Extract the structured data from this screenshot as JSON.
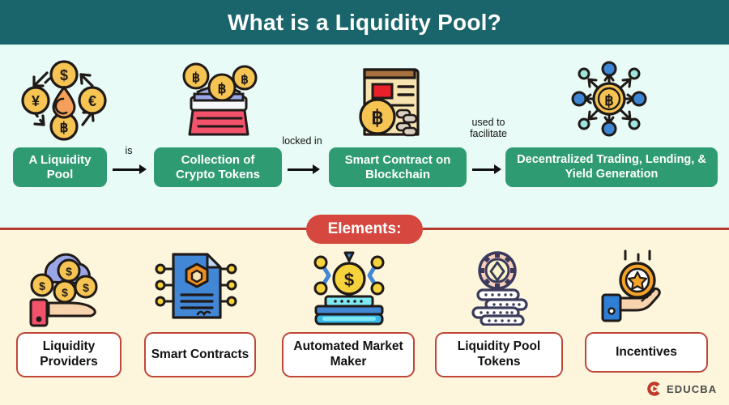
{
  "header": {
    "title": "What is a Liquidity Pool?"
  },
  "colors": {
    "header_teal": "#19656B",
    "upper_bg": "#E9FBF6",
    "lower_bg": "#FDF6DC",
    "flow_green": "#2E9B73",
    "pill_red": "#D6483F",
    "card_border": "#BE4739",
    "divider_red": "#B5392F",
    "logo_red": "#C0392B"
  },
  "flow": {
    "boxes": [
      {
        "label": "A Liquidity Pool",
        "icon": "currency-exchange-icon"
      },
      {
        "label": "Collection of Crypto Tokens",
        "icon": "crypto-token-box-icon"
      },
      {
        "label": "Smart Contract on Blockchain",
        "icon": "smart-contract-document-icon"
      },
      {
        "label": "Decentralized Trading, Lending, & Yield Generation",
        "icon": "decentralized-network-icon"
      }
    ],
    "connectors": [
      {
        "label": "is",
        "icon": "arrow-right-icon"
      },
      {
        "label": "locked in",
        "icon": "arrow-right-icon"
      },
      {
        "label": "used to facilitate",
        "icon": "arrow-right-icon"
      }
    ]
  },
  "elements_section": {
    "banner_label": "Elements:",
    "cards": [
      {
        "label": "Liquidity Providers",
        "icon": "hand-with-coins-cloud-icon"
      },
      {
        "label": "Smart Contracts",
        "icon": "contract-chip-document-icon"
      },
      {
        "label": "Automated Market Maker",
        "icon": "robot-arms-coin-icon"
      },
      {
        "label": "Liquidity Pool Tokens",
        "icon": "stacked-ethereum-coins-icon"
      },
      {
        "label": "Incentives",
        "icon": "hand-with-star-coin-icon"
      }
    ]
  },
  "footer": {
    "brand": "EDUCBA",
    "logo_icon": "educba-play-mark-icon"
  }
}
